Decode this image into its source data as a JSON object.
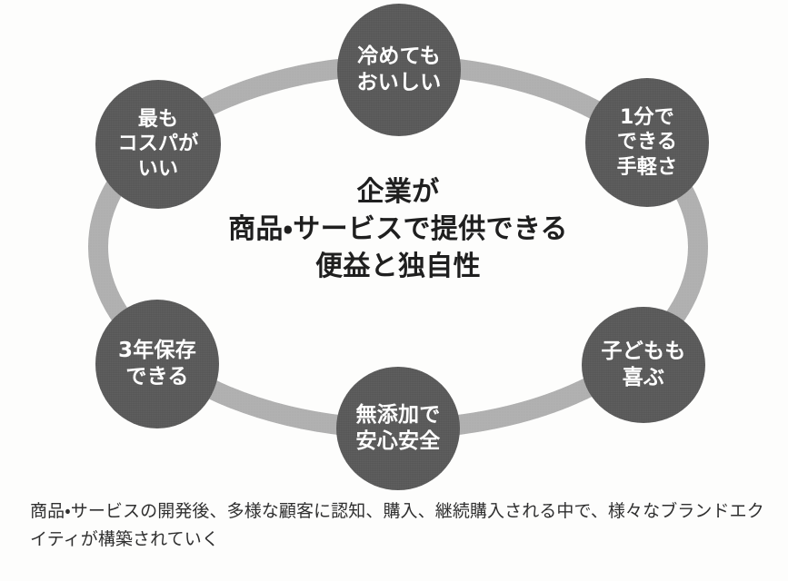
{
  "diagram": {
    "type": "cycle-ring",
    "ring_color": "#b0b0b0",
    "node_color": "#5a5a5a",
    "node_text_color": "#ffffff",
    "background_color": "#fdfdfc",
    "center": {
      "line1": "企業が",
      "line2": "商品・サービスで提供できる",
      "line3": "便益と独自性"
    },
    "nodes": [
      {
        "id": "node-top",
        "position": "top",
        "line1": "冷めても",
        "line2": "おいしい",
        "line3": ""
      },
      {
        "id": "node-top-right",
        "position": "top-right",
        "line1": "1分で",
        "line2": "できる",
        "line3": "手軽さ"
      },
      {
        "id": "node-top-left",
        "position": "top-left",
        "line1": "最も",
        "line2": "コスパが",
        "line3": "いい"
      },
      {
        "id": "node-bottom-left",
        "position": "bottom-left",
        "line1": "3年保存",
        "line2": "できる",
        "line3": ""
      },
      {
        "id": "node-bottom",
        "position": "bottom",
        "line1": "無添加で",
        "line2": "安心安全",
        "line3": ""
      },
      {
        "id": "node-bottom-right",
        "position": "bottom-right",
        "line1": "子どもも",
        "line2": "喜ぶ",
        "line3": ""
      }
    ]
  },
  "caption": {
    "text": "商品・サービスの開発後、多様な顧客に認知、購入、継続購入される中で、様々なブランドエクイティが構築されていく"
  }
}
